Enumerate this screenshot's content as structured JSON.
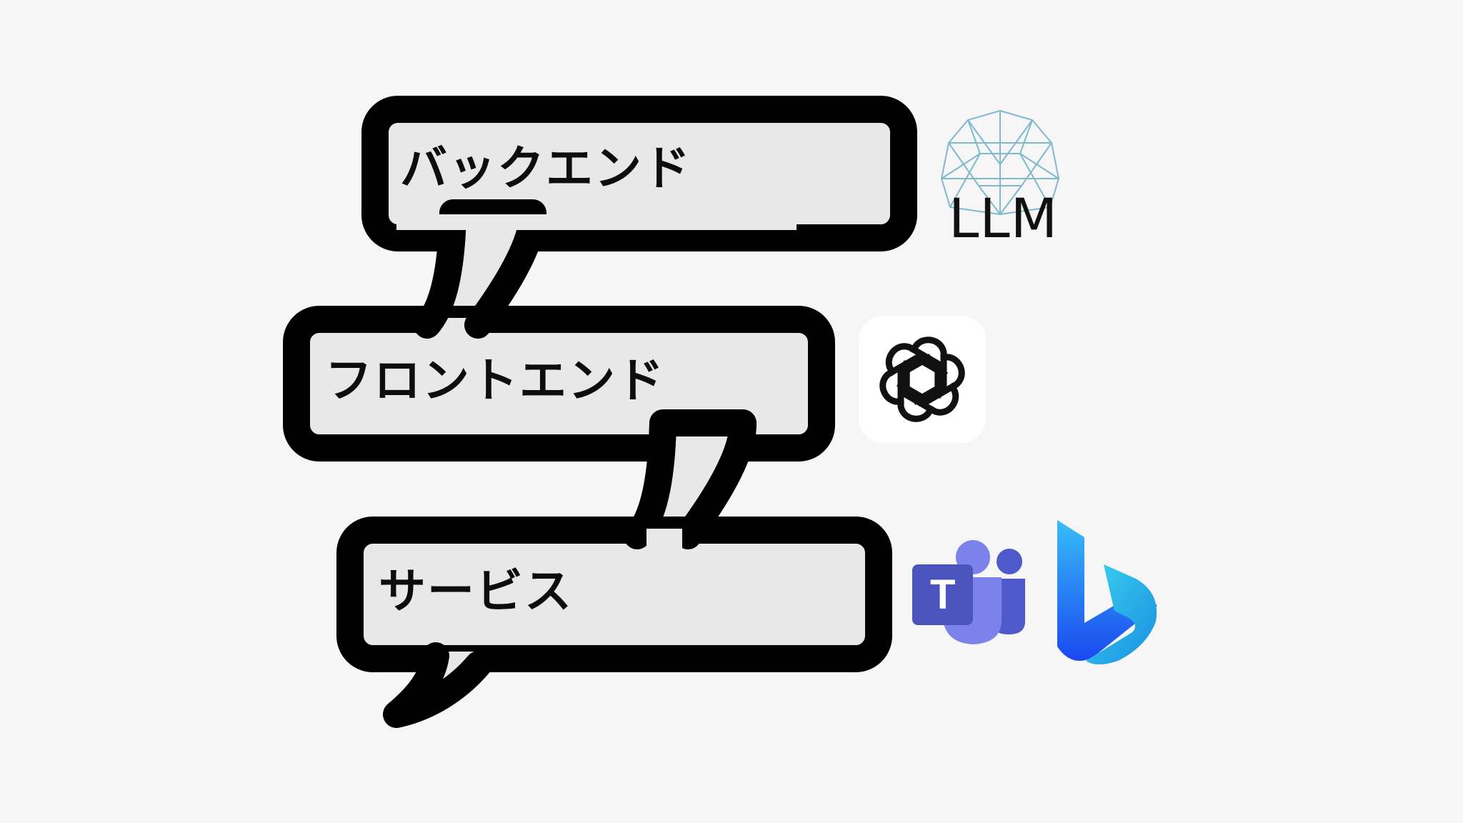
{
  "diagram": {
    "layers": [
      {
        "label": "バックエンド"
      },
      {
        "label": "フロントエンド"
      },
      {
        "label": "サービス"
      }
    ],
    "llm_label": "LLM",
    "teams_letter": "T"
  },
  "icons": {
    "llm": "neural-network-brain-icon",
    "openai": "openai-logo-icon",
    "teams": "microsoft-teams-icon",
    "bing": "bing-icon"
  },
  "colors": {
    "background": "#f6f6f6",
    "bubble_fill": "#e8e8e8",
    "bubble_stroke": "#000000",
    "llm_mesh": "#7fb9cc",
    "teams_primary": "#4b53bc",
    "teams_light": "#7b83eb",
    "bing_blue": "#1a73e8",
    "bing_cyan": "#35c1f1"
  }
}
